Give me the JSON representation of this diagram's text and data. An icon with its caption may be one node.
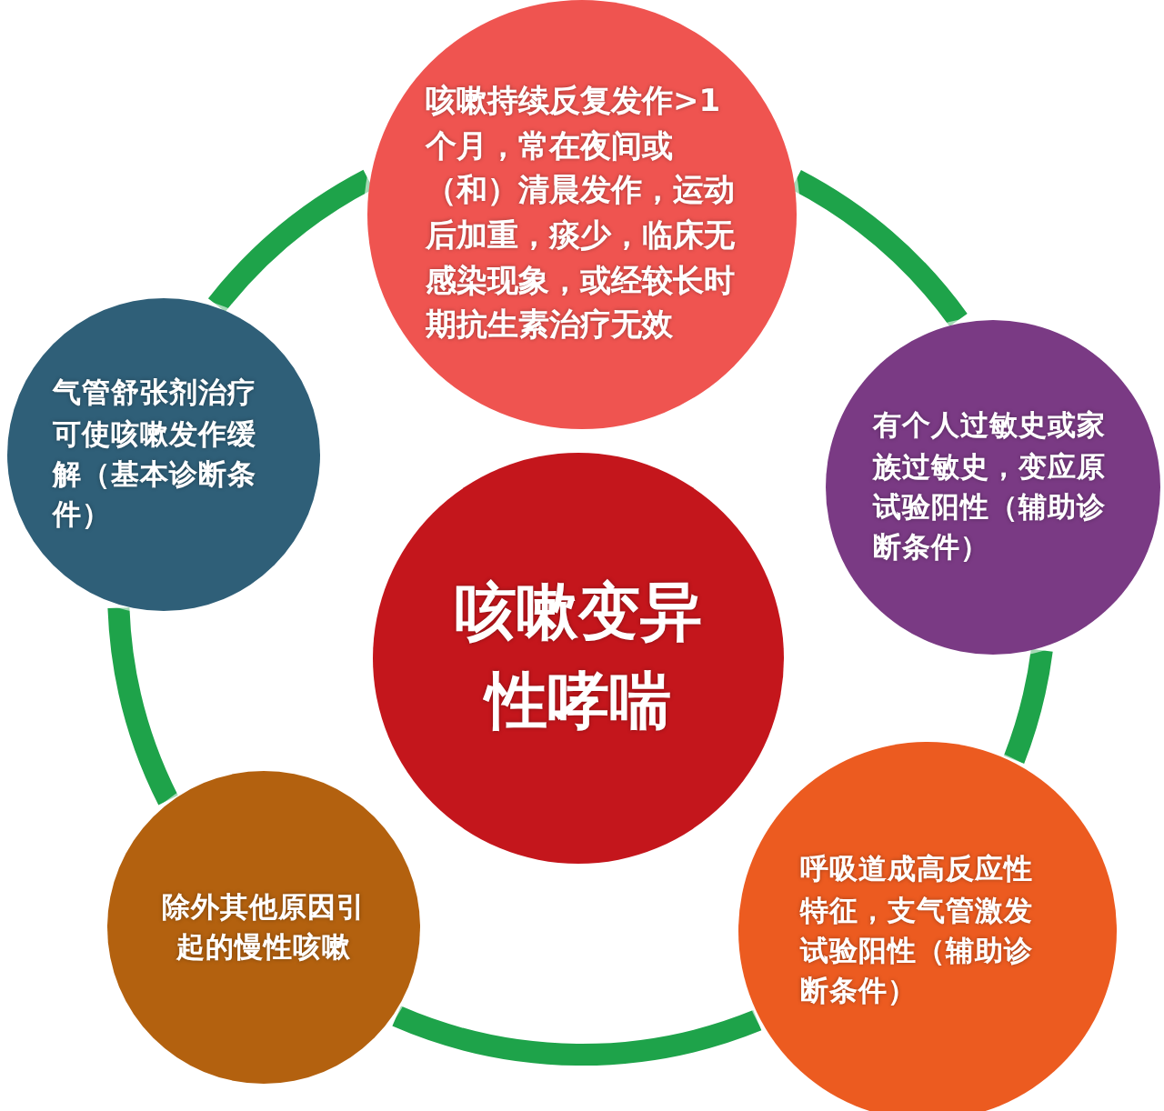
{
  "diagram": {
    "nodes": [
      {
        "text": [
          "咳嗽持续反复发作>1个月，常在夜间或（和）清晨发作，运动后加重，痰少，临床无感染现象，或经较长时期抗生素治疗无效"
        ]
      },
      {
        "text": [
          "气管舒张剂治疗可使咳嗽发作缓解（基本诊断条件）"
        ]
      },
      {
        "text": [
          "有个人过敏史或家族过敏史，变应原试验阳性（辅助诊断条件）"
        ]
      },
      {
        "text": [
          "咳嗽变异性哮喘"
        ]
      },
      {
        "text": [
          "除外其他原因引起的慢性咳嗽"
        ]
      },
      {
        "text": [
          "呼吸道成高反应性特征，支气管激发试验阳性（辅助诊断条件）"
        ]
      }
    ],
    "edges": [
      {
        "from": 0,
        "to": 2,
        "arrow": "none"
      },
      {
        "from": 2,
        "to": 5,
        "arrow": "none"
      },
      {
        "from": 5,
        "to": 4,
        "arrow": "none"
      },
      {
        "from": 4,
        "to": 1,
        "arrow": "none"
      },
      {
        "from": 1,
        "to": 0,
        "arrow": "none"
      }
    ]
  }
}
